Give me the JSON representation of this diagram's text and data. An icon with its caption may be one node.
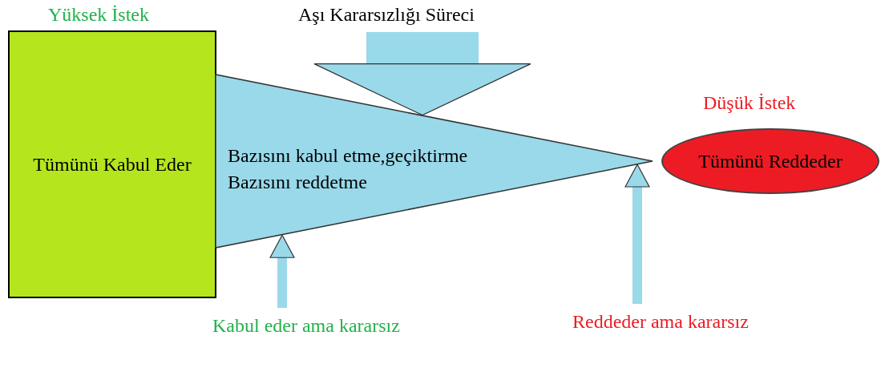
{
  "diagram": {
    "title": "Aşı Kararsızlığı Süreci",
    "nodes": [
      {
        "text": [
          "Yüksek İstek",
          "Tümünü Kabul Eder"
        ]
      },
      {
        "text": [
          "Bazısını kabul etme,geçiktirme",
          "Bazısını reddetme"
        ]
      },
      {
        "text": [
          "Düşük İstek",
          "Tümünü Reddeder"
        ]
      },
      {
        "text": [
          "Kabul eder ama kararsız"
        ]
      },
      {
        "text": [
          "Reddeder ama kararsız"
        ]
      }
    ],
    "edges": [
      {
        "from": null,
        "to": 1,
        "arrow": "to",
        "style": "thick"
      },
      {
        "from": 3,
        "to": 1,
        "arrow": "to"
      },
      {
        "from": 4,
        "to": 1,
        "arrow": "to"
      }
    ]
  }
}
